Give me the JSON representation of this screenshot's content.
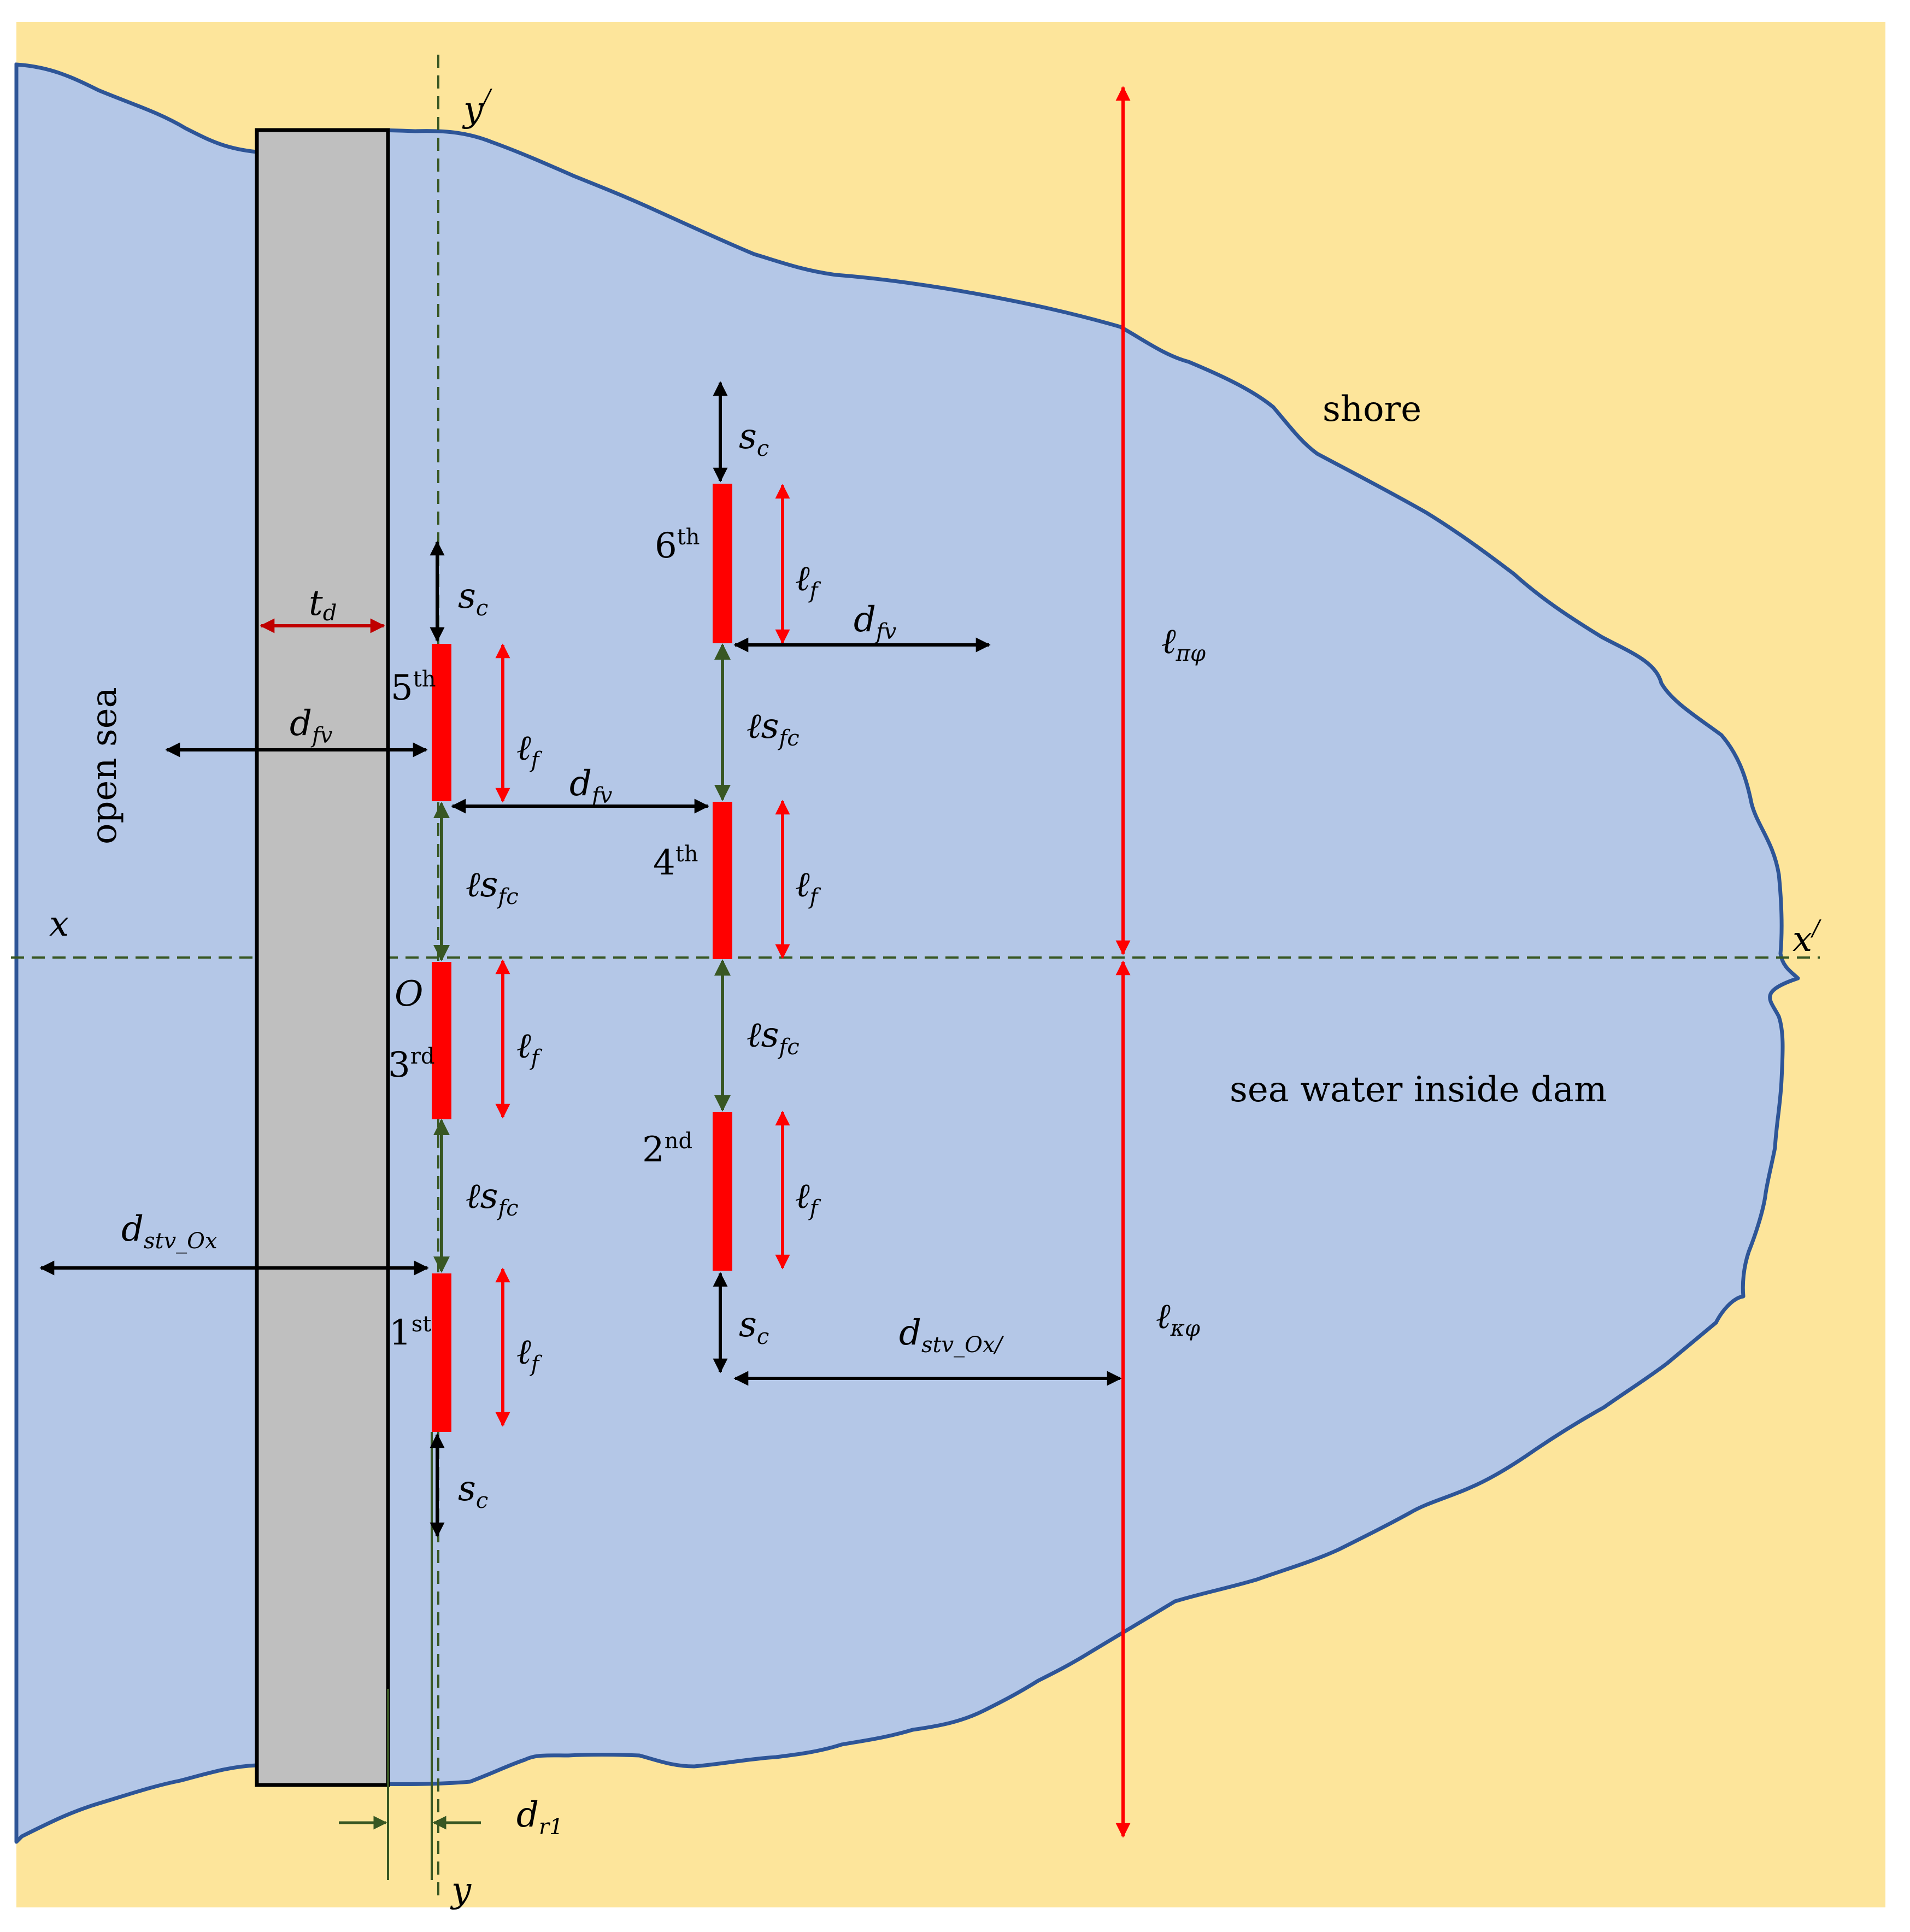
{
  "colors": {
    "shore": "#fde59b",
    "water": "#b4c7e7",
    "coast_line": "#2e5597",
    "dam_fill": "#bfbfbf",
    "dam_stroke": "#000000",
    "field": "#ff0000",
    "green_arrow": "#385723",
    "black_arrow": "#000000",
    "red_arrow": "#ff0000",
    "axis": "#385723"
  },
  "regions": {
    "open_sea": "open sea",
    "shore": "shore",
    "inside": "sea water inside dam"
  },
  "axes": {
    "x": "x",
    "x_prime": "x",
    "x_prime_mark": "/",
    "y": "y",
    "y_prime": "y",
    "y_prime_mark": "/",
    "origin": "O"
  },
  "fields": [
    {
      "num": "1",
      "suffix": "st"
    },
    {
      "num": "2",
      "suffix": "nd"
    },
    {
      "num": "3",
      "suffix": "rd"
    },
    {
      "num": "4",
      "suffix": "th"
    },
    {
      "num": "5",
      "suffix": "th"
    },
    {
      "num": "6",
      "suffix": "th"
    }
  ],
  "symbols": {
    "ell": "ℓ",
    "lf_sub": "f",
    "s": "s",
    "sc_sub": "c",
    "sfc_sub": "fc",
    "d": "d",
    "dfv_sub": "fv",
    "dstv_ox_sub": "stv_Ox",
    "dstv_oxp_sub": "stv_Ox/",
    "dr1_sub": "r1",
    "t": "t",
    "td_sub": "d",
    "l_pphi_sub": "πφ",
    "l_kphi_sub": "κφ"
  }
}
